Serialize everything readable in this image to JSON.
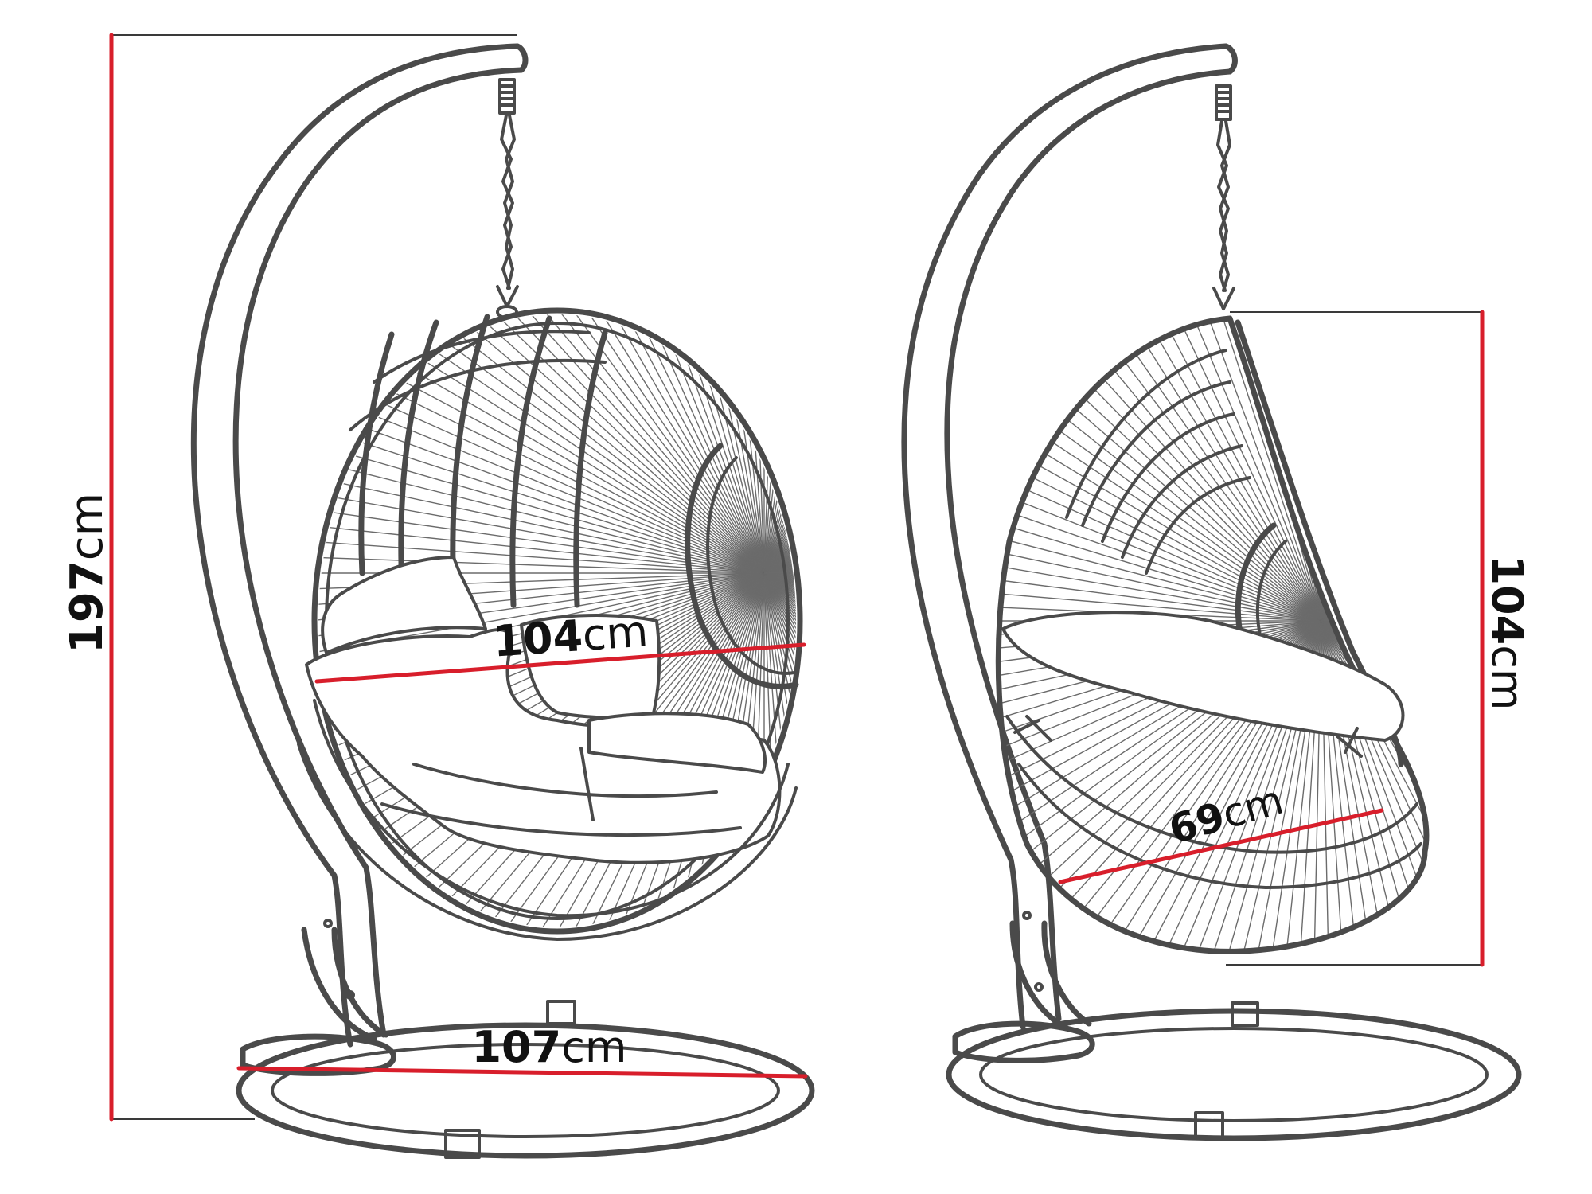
{
  "unit": "cm",
  "colors": {
    "outline": "#4a4a4a",
    "dimension_line": "#d81e2b",
    "guide_line": "#3a3a3a",
    "background": "#ffffff"
  },
  "front_view": {
    "total_height": {
      "value": "197",
      "unit": "cm"
    },
    "seat_width": {
      "value": "104",
      "unit": "cm"
    },
    "base_diameter": {
      "value": "107",
      "unit": "cm"
    }
  },
  "side_view": {
    "basket_height": {
      "value": "104",
      "unit": "cm"
    },
    "seat_depth": {
      "value": "69",
      "unit": "cm"
    }
  }
}
